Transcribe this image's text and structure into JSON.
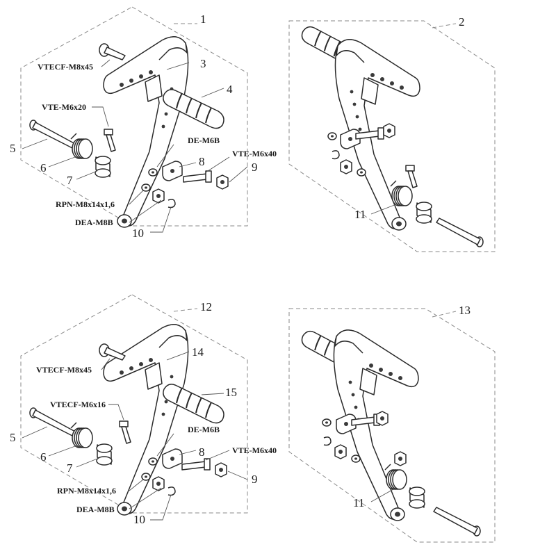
{
  "assemblies": [
    {
      "id": "a1",
      "number": "1",
      "labels": {
        "grip_label": "4",
        "lever_label": "3",
        "top_bolt": "VTECF-M8x45",
        "side_bolt": "VTE-M6x20",
        "pivot_pin": "5",
        "spring": "6",
        "bushing": "7",
        "clevis": "8",
        "nut": "9",
        "clip": "10",
        "washer_code": "DE-M6B",
        "clevis_bolt": "VTE-M6x40",
        "washer_big": "RPN-M8x14x1,6",
        "circlip_code": "DEA-M8B"
      }
    },
    {
      "id": "a2",
      "number": "2",
      "labels": {
        "spring": "11"
      }
    },
    {
      "id": "a3",
      "number": "12",
      "labels": {
        "grip_label": "15",
        "lever_label": "14",
        "top_bolt": "VTECF-M8x45",
        "side_bolt": "VTECF-M6x16",
        "pivot_pin": "5",
        "spring": "6",
        "bushing": "7",
        "clevis": "8",
        "nut": "9",
        "clip": "10",
        "washer_code": "DE-M6B",
        "clevis_bolt": "VTE-M6x40",
        "washer_big": "RPN-M8x14x1,6",
        "circlip_code": "DEA-M8B"
      }
    },
    {
      "id": "a4",
      "number": "13",
      "labels": {
        "spring": "11"
      }
    }
  ]
}
